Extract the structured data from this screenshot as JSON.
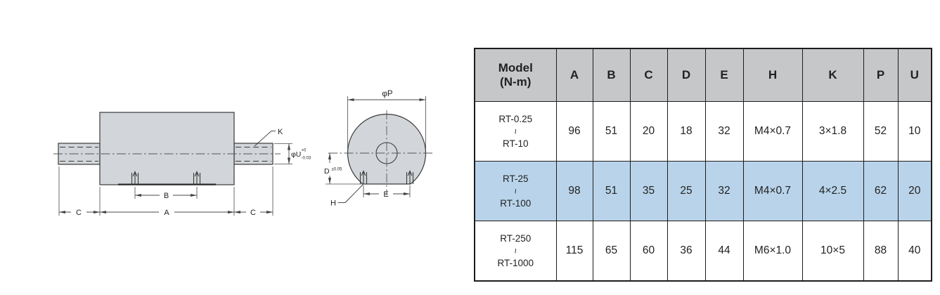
{
  "drawing": {
    "colors": {
      "body_fill": "#d2d5d9",
      "object_line": "#3a3a3a",
      "dim_line": "#4a4a4a"
    },
    "side_view": {
      "dim_A": "A",
      "dim_B": "B",
      "dim_C_left": "C",
      "dim_C_right": "C",
      "label_K": "K",
      "dim_U": "φU",
      "U_tol_upper": "+0",
      "U_tol_lower": "-0.03"
    },
    "front_view": {
      "dim_P": "φP",
      "dim_D": "D",
      "D_tol": "±0.05",
      "dim_E": "E",
      "label_H": "H"
    }
  },
  "table": {
    "colors": {
      "header_bg": "#c6c7c9",
      "highlight_bg": "#b9d4ea",
      "border": "#1c1c1c"
    },
    "header_model": {
      "line1": "Model",
      "line2": "(N-m)"
    },
    "columns_letters": [
      "A",
      "B",
      "C",
      "D",
      "E",
      "H",
      "K",
      "P",
      "U"
    ],
    "rows": [
      {
        "model": {
          "from": "RT-0.25",
          "sep": "~",
          "to": "RT-10"
        },
        "highlight": false,
        "values": [
          "96",
          "51",
          "20",
          "18",
          "32",
          "M4×0.7",
          "3×1.8",
          "52",
          "10"
        ]
      },
      {
        "model": {
          "from": "RT-25",
          "sep": "~",
          "to": "RT-100"
        },
        "highlight": true,
        "values": [
          "98",
          "51",
          "35",
          "25",
          "32",
          "M4×0.7",
          "4×2.5",
          "62",
          "20"
        ]
      },
      {
        "model": {
          "from": "RT-250",
          "sep": "~",
          "to": "RT-1000"
        },
        "highlight": false,
        "values": [
          "115",
          "65",
          "60",
          "36",
          "44",
          "M6×1.0",
          "10×5",
          "88",
          "40"
        ]
      }
    ]
  }
}
